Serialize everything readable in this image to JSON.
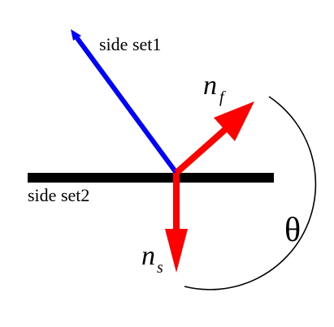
{
  "labels": {
    "side_set1": "side set1",
    "side_set2": "side set2",
    "n_f_base": "n",
    "n_f_sub": "f",
    "n_s_base": "n",
    "n_s_sub": "s",
    "theta": "θ"
  },
  "colors": {
    "side_set1_line": "#0000ff",
    "side_set2_line": "#000000",
    "normal_arrows": "#ff0000",
    "angle_arc": "#000000"
  }
}
